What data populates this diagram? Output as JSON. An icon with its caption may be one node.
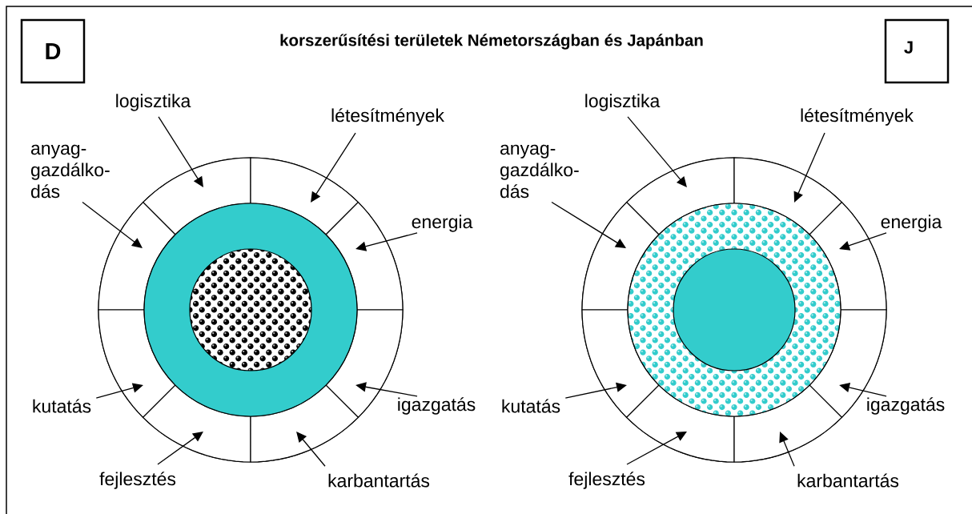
{
  "diagram": {
    "title": "korszerűsítési területek Németországban és Japánban",
    "nodes": [
      {
        "text": [
          "D"
        ]
      },
      {
        "text": [
          "J"
        ]
      },
      {
        "text": [
          "logisztika"
        ]
      },
      {
        "text": [
          "létesítmények"
        ]
      },
      {
        "text": [
          "anyag- gazdálko- dás"
        ]
      },
      {
        "text": [
          "energia"
        ]
      },
      {
        "text": [
          "kutatás"
        ]
      },
      {
        "text": [
          "igazgatás"
        ]
      },
      {
        "text": [
          "fejlesztés"
        ]
      },
      {
        "text": [
          "karbantartás"
        ]
      },
      {
        "text": [],
        "shape": "sector"
      },
      {
        "text": [],
        "shape": "sector"
      },
      {
        "text": [],
        "shape": "sector"
      },
      {
        "text": [],
        "shape": "sector"
      },
      {
        "text": [],
        "shape": "sector"
      },
      {
        "text": [],
        "shape": "sector"
      },
      {
        "text": [],
        "shape": "sector"
      },
      {
        "text": [],
        "shape": "sector"
      },
      {
        "text": [
          "logisztika"
        ]
      },
      {
        "text": [
          "létesítmények"
        ]
      },
      {
        "text": [
          "anyag- gazdálko- dás"
        ]
      },
      {
        "text": [
          "energia"
        ]
      },
      {
        "text": [
          "kutatás"
        ]
      },
      {
        "text": [
          "igazgatás"
        ]
      },
      {
        "text": [
          "fejlesztés"
        ]
      },
      {
        "text": [
          "karbantartás"
        ]
      },
      {
        "text": [],
        "shape": "sector"
      },
      {
        "text": [],
        "shape": "sector"
      },
      {
        "text": [],
        "shape": "sector"
      },
      {
        "text": [],
        "shape": "sector"
      },
      {
        "text": [],
        "shape": "sector"
      },
      {
        "text": [],
        "shape": "sector"
      },
      {
        "text": [],
        "shape": "sector"
      },
      {
        "text": [],
        "shape": "sector"
      }
    ],
    "edges": [
      {
        "from": 2,
        "to": 10,
        "arrow": "to"
      },
      {
        "from": 3,
        "to": 11,
        "arrow": "to"
      },
      {
        "from": 4,
        "to": 12,
        "arrow": "to"
      },
      {
        "from": 5,
        "to": 13,
        "arrow": "to"
      },
      {
        "from": 6,
        "to": 14,
        "arrow": "to"
      },
      {
        "from": 7,
        "to": 15,
        "arrow": "to"
      },
      {
        "from": 8,
        "to": 16,
        "arrow": "to"
      },
      {
        "from": 9,
        "to": 17,
        "arrow": "to"
      },
      {
        "from": 18,
        "to": 26,
        "arrow": "to"
      },
      {
        "from": 19,
        "to": 27,
        "arrow": "to"
      },
      {
        "from": 20,
        "to": 28,
        "arrow": "to"
      },
      {
        "from": 21,
        "to": 29,
        "arrow": "to"
      },
      {
        "from": 22,
        "to": 30,
        "arrow": "to"
      },
      {
        "from": 23,
        "to": 31,
        "arrow": "to"
      },
      {
        "from": 24,
        "to": 32,
        "arrow": "to"
      },
      {
        "from": 25,
        "to": 33,
        "arrow": "to"
      }
    ]
  }
}
